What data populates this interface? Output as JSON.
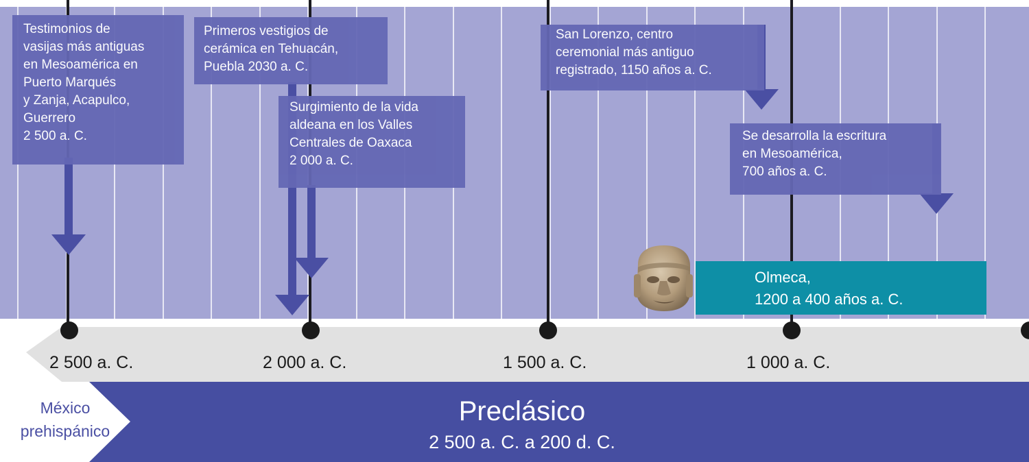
{
  "colors": {
    "band": "#a4a5d4",
    "event_box": "#6467b4",
    "arrow": "#4a4fa3",
    "olmeca_box": "#0e8fa6",
    "period_banner": "#464ea1",
    "axis_arrow": "#e1e1e1"
  },
  "events": [
    {
      "id": "puerto-marques",
      "text": "Testimonios de\nvasijas más antiguas\nen Mesoamérica en\nPuerto Marqués\ny Zanja, Acapulco,\nGuerrero\n2 500 a. C."
    },
    {
      "id": "tehuacan",
      "text": "Primeros vestigios de\ncerámica en Tehuacán,\nPuebla 2030 a. C."
    },
    {
      "id": "oaxaca",
      "text": "Surgimiento de la vida\naldeana en los Valles\nCentrales de Oaxaca\n2 000 a. C."
    },
    {
      "id": "san-lorenzo",
      "text": "San Lorenzo, centro\nceremonial más antiguo\nregistrado, 1150 años a. C."
    },
    {
      "id": "escritura",
      "text": "Se desarrolla la escritura\nen Mesoamérica,\n700 años a. C."
    }
  ],
  "culture": {
    "name": "Olmeca,",
    "range": "1200 a 400 años a. C.",
    "image_icon": "olmec-head-icon"
  },
  "ticks": [
    "2 500 a. C.",
    "2 000 a. C.",
    "1 500 a. C.",
    "1 000 a. C."
  ],
  "region_label": "México\nprehispánico",
  "period": {
    "name": "Preclásico",
    "range": "2 500 a. C. a 200 d. C."
  }
}
